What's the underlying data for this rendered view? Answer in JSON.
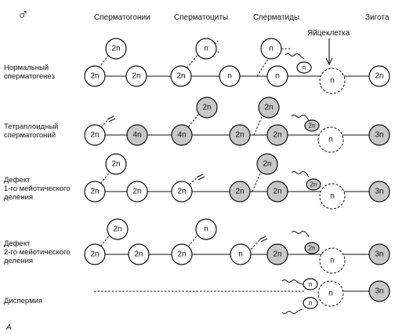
{
  "symbol": "♂",
  "columns": [
    "Сперматогонии",
    "Сперматоциты",
    "Сперматиды",
    "Зигота"
  ],
  "egg_label": "Яйцеклетка",
  "panel_label": "A",
  "rows": [
    {
      "label": [
        "Нормальный",
        "сперматогенез"
      ],
      "main": [
        "2n",
        "2n",
        "2n",
        "n",
        "n"
      ],
      "branch": [
        "2n",
        "n",
        "n"
      ],
      "sperm": "n",
      "egg": "n",
      "zygote": "2n"
    },
    {
      "label": [
        "Тетраплоидный",
        "сперматогоний"
      ],
      "main": [
        "2n",
        "4n",
        "4n",
        "2n",
        "2n"
      ],
      "branch": [
        "2n",
        "2n"
      ],
      "sperm": "2n",
      "egg": "n",
      "zygote": "3n"
    },
    {
      "label": [
        "Дефект",
        "1-го мейотического",
        "деления"
      ],
      "main": [
        "2n",
        "2n",
        "2n",
        "2n",
        "2n"
      ],
      "branch": [
        "2n",
        "2n"
      ],
      "sperm": "2n",
      "egg": "n",
      "zygote": "3n"
    },
    {
      "label": [
        "Дефект",
        "2-го мейотического",
        "деления"
      ],
      "main": [
        "2n",
        "2n",
        "2n",
        "n",
        "2n"
      ],
      "branch": [
        "2n",
        "n"
      ],
      "sperm": "2n",
      "egg": "n",
      "zygote": "3n"
    },
    {
      "label": [
        "Диспермия"
      ],
      "sperm_a": "n",
      "sperm_b": "n",
      "egg": "n",
      "zygote": "3n"
    }
  ]
}
